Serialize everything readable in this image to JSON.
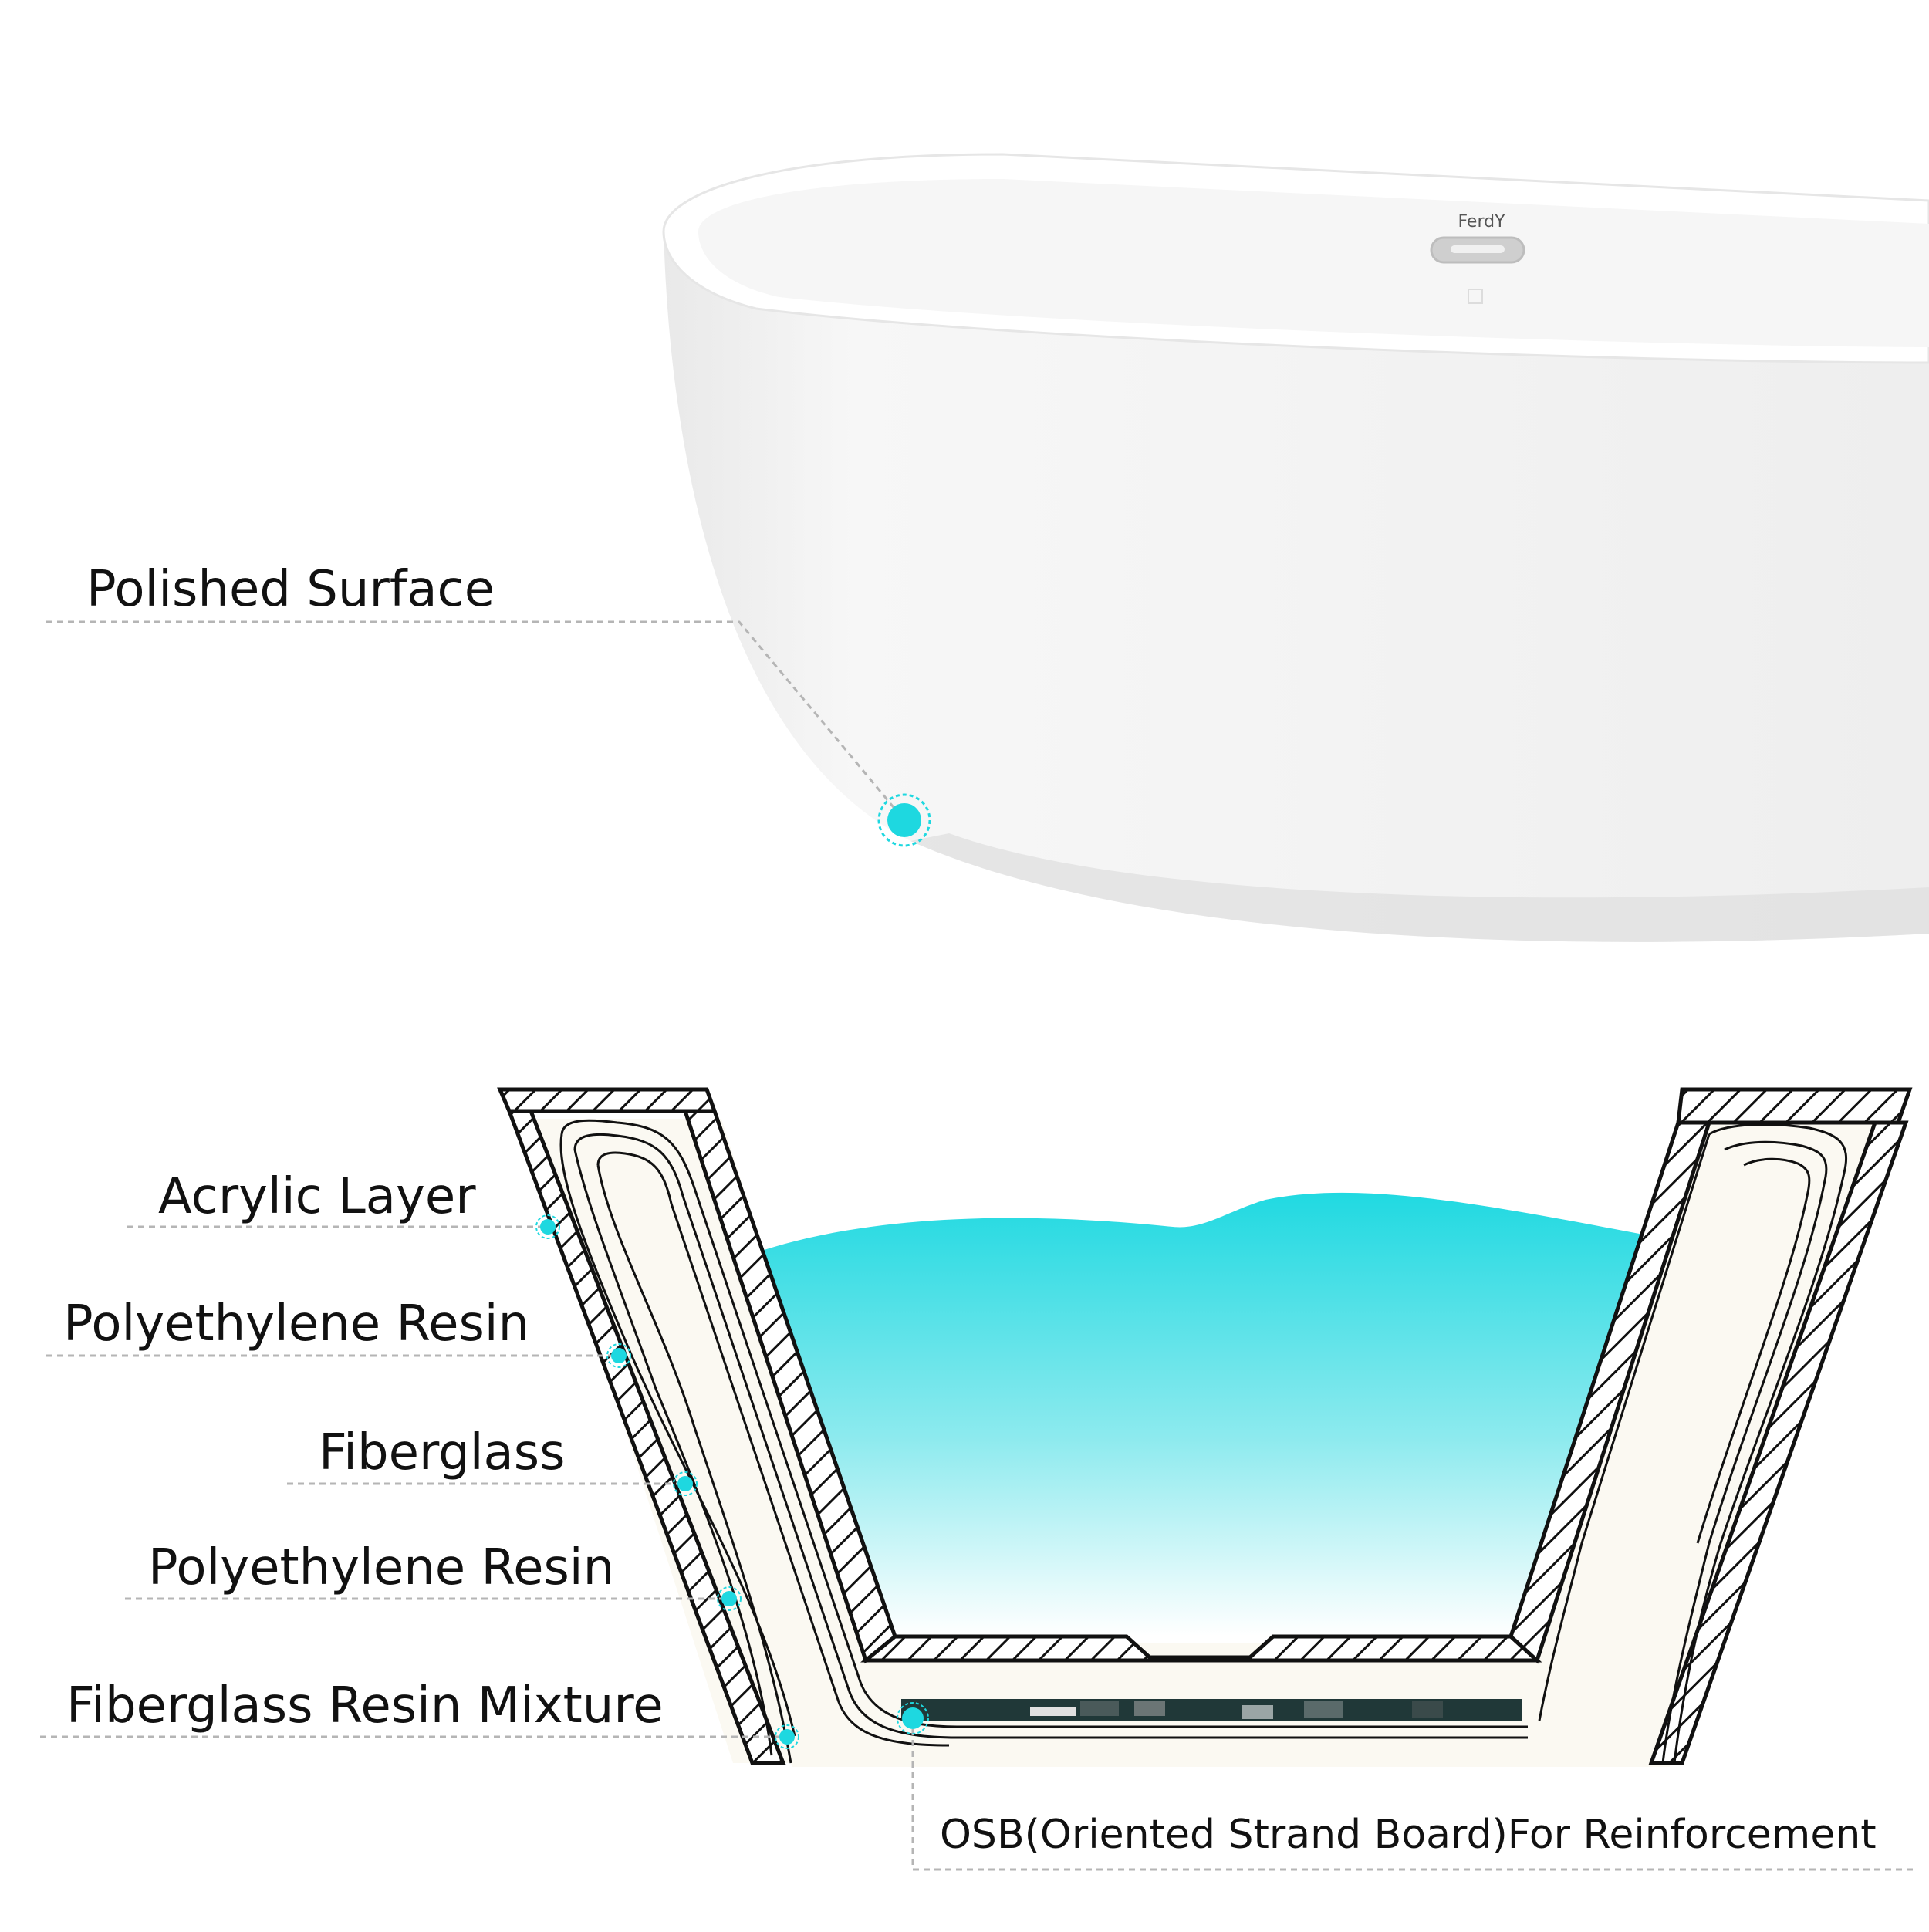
{
  "brand": {
    "logo_text": "FerdY"
  },
  "callouts": {
    "polished_surface": "Polished  Surface",
    "acrylic_layer": "Acrylic Layer",
    "polyethylene_resin_1": "Polyethylene Resin",
    "fiberglass": "Fiberglass",
    "polyethylene_resin_2": "Polyethylene Resin",
    "fiberglass_resin_mixture": "Fiberglass Resin Mixture",
    "osb_reinforcement": "OSB(Oriented Strand Board)For Reinforcement"
  },
  "colors": {
    "accent": "#1ed8e0",
    "water_top": "#20d9e1",
    "water_bottom": "#ffffff",
    "hatch": "#111111",
    "leader": "#b5b5b5",
    "inner_fill": "#fbf9f2"
  }
}
